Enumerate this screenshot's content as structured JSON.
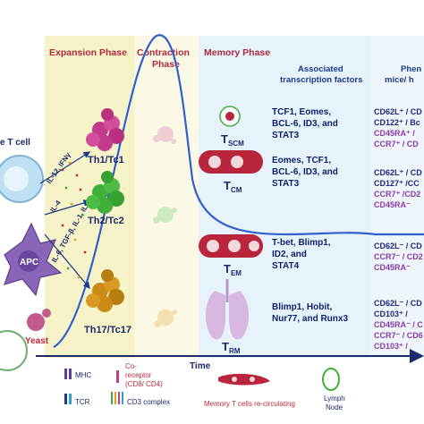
{
  "phases": {
    "expansion": "Expansion Phase",
    "contraction_line1": "Contraction",
    "contraction_line2": "Phase",
    "memory": "Memory Phase"
  },
  "headers": {
    "tf_line1": "Associated",
    "tf_line2": "transcription factors",
    "pheno_line1": "Phen",
    "pheno_line2": "mice/ h"
  },
  "left_labels": {
    "naive_t_cell": "e T cell",
    "apc": "APC",
    "yeast": "Yeast"
  },
  "cytokines": {
    "il12_ifn": "IL-12, IFNγ",
    "il4": "IL-4",
    "il6_tgf_il23": "IL-6, TGF-β, IL-1, IL-23"
  },
  "effector_cells": [
    "Th1/Tc1",
    "Th2/Tc2",
    "Th17/Tc17"
  ],
  "memory_rows": [
    {
      "cell_main": "T",
      "cell_sub": "SCM",
      "tf": [
        "TCF1, Eomes,",
        "BCL-6, ID3, and",
        "STAT3"
      ],
      "pheno_blue": [
        "CD62L⁺ / CD",
        "CD122⁺ / Bc"
      ],
      "pheno_purple": [
        "CD45RA⁺ / ",
        "CCR7⁺ / CD"
      ]
    },
    {
      "cell_main": "T",
      "cell_sub": "CM",
      "tf": [
        "Eomes, TCF1,",
        "BCL-6, ID3, and",
        "STAT3"
      ],
      "pheno_blue": [
        "CD62L⁺ / CD",
        "CD127⁺ /CC"
      ],
      "pheno_purple": [
        "CCR7⁺ /CD2",
        "CD45RA⁻"
      ]
    },
    {
      "cell_main": "T",
      "cell_sub": "EM",
      "tf": [
        "T-bet, Blimp1,",
        "ID2, and",
        "STAT4"
      ],
      "pheno_blue": [
        "CD62L⁻ / CD"
      ],
      "pheno_purple": [
        "CCR7⁻ / CD2",
        "CD45RA⁻"
      ]
    },
    {
      "cell_main": "T",
      "cell_sub": "RM",
      "tf": [
        "Blimp1, Hobit,",
        "Nur77, and Runx3"
      ],
      "pheno_blue": [
        "CD62L⁻ / CD",
        "CD103⁺ / "
      ],
      "pheno_purple": [
        "CD45RA⁻ / C",
        "CCR7⁻ / CD6",
        "CD103⁺ / "
      ]
    }
  ],
  "axis": {
    "time_label": "Time"
  },
  "legend": {
    "mhc": "MHC",
    "tcr": "TCR",
    "coreceptor_line1": "Co-",
    "coreceptor_line2": "receptor",
    "coreceptor_line3": "(CD8/ CD4)",
    "cd3": "CD3 complex",
    "recirculating": "Memory T cells re-circulating",
    "lymph_line1": "Lymph",
    "lymph_line2": "Node"
  },
  "colors": {
    "expansion_bg": "#f7f3c9",
    "contraction_bg": "#fbf9e6",
    "memory_bg": "#e7f3fb",
    "curve": "#2f5fd0",
    "phase_text": "#b0283c",
    "dark_text": "#1b2a6b",
    "th1": "#c23a8c",
    "th2": "#3fae3a",
    "th17": "#c98b16",
    "vessel": "#b8253c"
  }
}
